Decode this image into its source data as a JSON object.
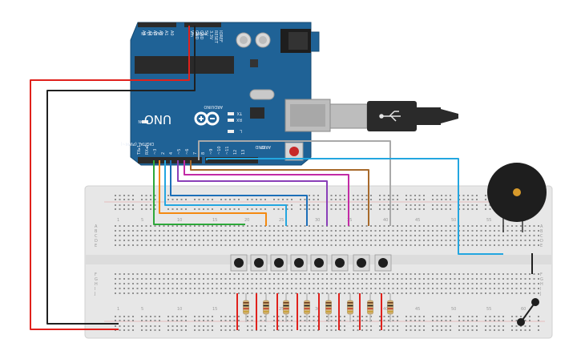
{
  "board": {
    "brand": "ARDUINO",
    "model": "UNO",
    "power_label": "POWER",
    "analog_label": "ANALOG IN",
    "digital_label": "DIGITAL (PWM~)",
    "on_label": "ON",
    "tx_label": "TX",
    "rx_label": "RX",
    "l_label": "L",
    "aref_label": "AREF",
    "gnd_label": "GND",
    "analog_pins": [
      "A0",
      "A1",
      "A2",
      "A3",
      "A4",
      "A5"
    ],
    "power_pins": [
      "IOREF",
      "RESET",
      "3.3V",
      "5V",
      "GND",
      "GND",
      "Vin"
    ],
    "digital_pins": [
      "TX▸1",
      "RX◂0",
      "~3",
      "2",
      "4",
      "~5",
      "~6",
      "7",
      "8",
      "~9",
      "~10",
      "~11",
      "12",
      "13"
    ],
    "color": "#1f6296"
  },
  "breadboard": {
    "col_numbers": [
      "1",
      "5",
      "10",
      "15",
      "20",
      "25",
      "30",
      "35",
      "40",
      "45",
      "50",
      "55",
      "60"
    ],
    "row_letters_top": [
      "A",
      "B",
      "C",
      "D",
      "E"
    ],
    "row_letters_bottom": [
      "F",
      "G",
      "H",
      "I",
      "J"
    ]
  },
  "components": {
    "buttons": 8,
    "resistors": 8,
    "buzzer": "piezo",
    "usb": "usb-b"
  },
  "wire_colors": {
    "red": "#e0211c",
    "black": "#202020",
    "green": "#2da83a",
    "orange": "#f48a10",
    "light_blue": "#23a6e0",
    "blue": "#1d6fb8",
    "purple": "#8a3fb8",
    "magenta": "#c22ba6",
    "brown": "#a86a2c",
    "gray": "#a9a9a9"
  }
}
